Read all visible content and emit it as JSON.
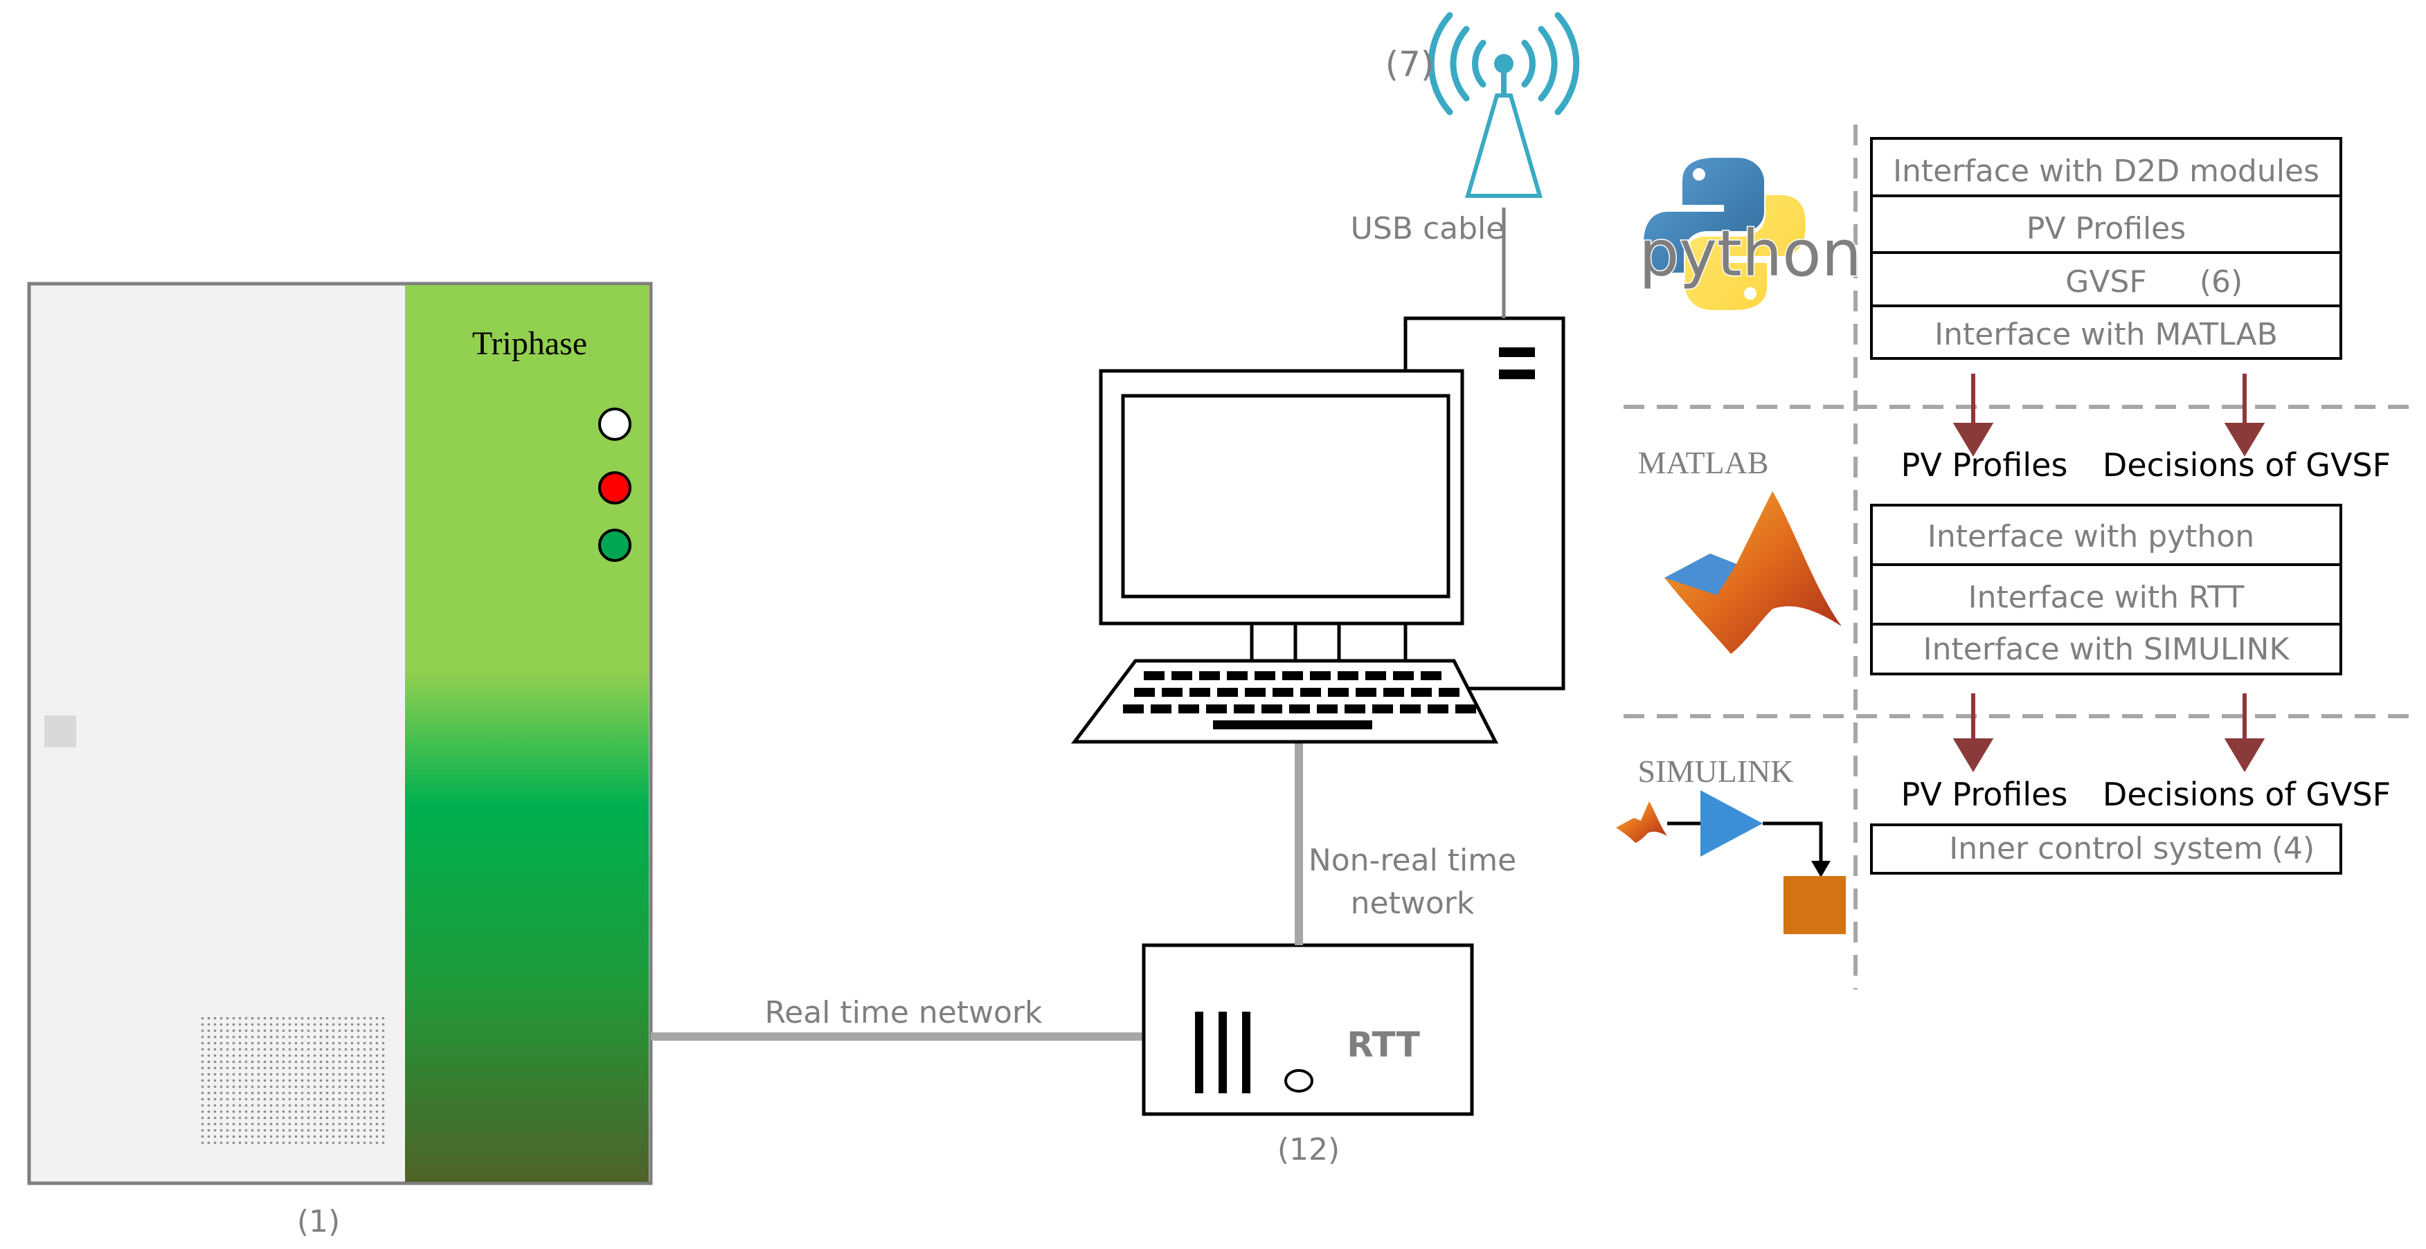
{
  "triphase": {
    "title": "Triphase",
    "caption": "(1)",
    "leds": [
      {
        "name": "white-led",
        "color": "#ffffff"
      },
      {
        "name": "red-led",
        "color": "#ff0000"
      },
      {
        "name": "green-led",
        "color": "#00a651"
      }
    ]
  },
  "antenna": {
    "label": "(7)",
    "icon": "antenna-icon",
    "color": "#3aa9c4"
  },
  "usb_cable_label": "USB cable",
  "computer": {
    "icon": "desktop-computer-icon"
  },
  "non_real_time_network": {
    "line1": "Non-real time",
    "line2": "network"
  },
  "real_time_network_label": "Real time network",
  "rtt": {
    "label": "RTT",
    "caption": "(12)"
  },
  "python_section": {
    "logo_text": "python",
    "rows": [
      "Interface with D2D modules",
      "PV Profiles",
      "GVSF",
      "Interface with MATLAB"
    ],
    "gvsf_ref": "(6)"
  },
  "matlab_section": {
    "logo_text": "MATLAB",
    "arrow_labels": [
      "PV Profiles",
      "Decisions of GVSF"
    ],
    "rows": [
      "Interface with python",
      "Interface with RTT",
      "Interface with SIMULINK"
    ]
  },
  "simulink_section": {
    "logo_text": "SIMULINK",
    "arrow_labels": [
      "PV Profiles",
      "Decisions of GVSF"
    ],
    "row": "Inner control system",
    "row_ref": "(4)"
  },
  "colors": {
    "arrow": "#8b3a3a",
    "gray_text": "#7f7f7f",
    "network_line": "#a6a6a6",
    "green_top": "#92d050",
    "green_mid": "#00b050",
    "green_bottom": "#4f6228",
    "simulink_block": "#d27414",
    "gain_block": "#3c8fd6"
  }
}
